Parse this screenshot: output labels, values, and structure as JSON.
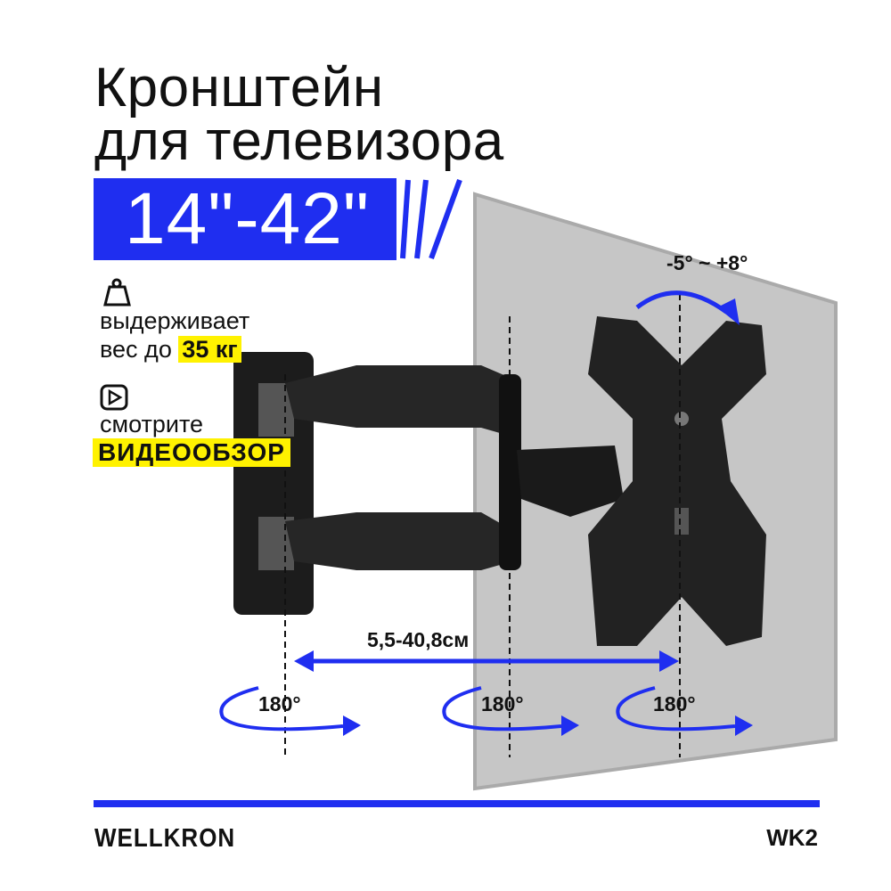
{
  "title": {
    "line1": "Кронштейн",
    "line2": "для телевизора"
  },
  "size_range": "14\"-42\"",
  "features": {
    "weight_text": "выдерживает",
    "weight_prefix": "вес до",
    "weight_value": "35 кг",
    "video_text": "смотрите",
    "video_label": "ВИДЕООБЗОР"
  },
  "tilt": "-5° ~ +8°",
  "extension": "5,5-40,8см",
  "swivel": [
    "180°",
    "180°",
    "180°"
  ],
  "brand": "WELLKRON",
  "model": "WK2",
  "colors": {
    "accent": "#1f2ef0",
    "highlight": "#fff200",
    "wall": "#c8c8c8"
  }
}
